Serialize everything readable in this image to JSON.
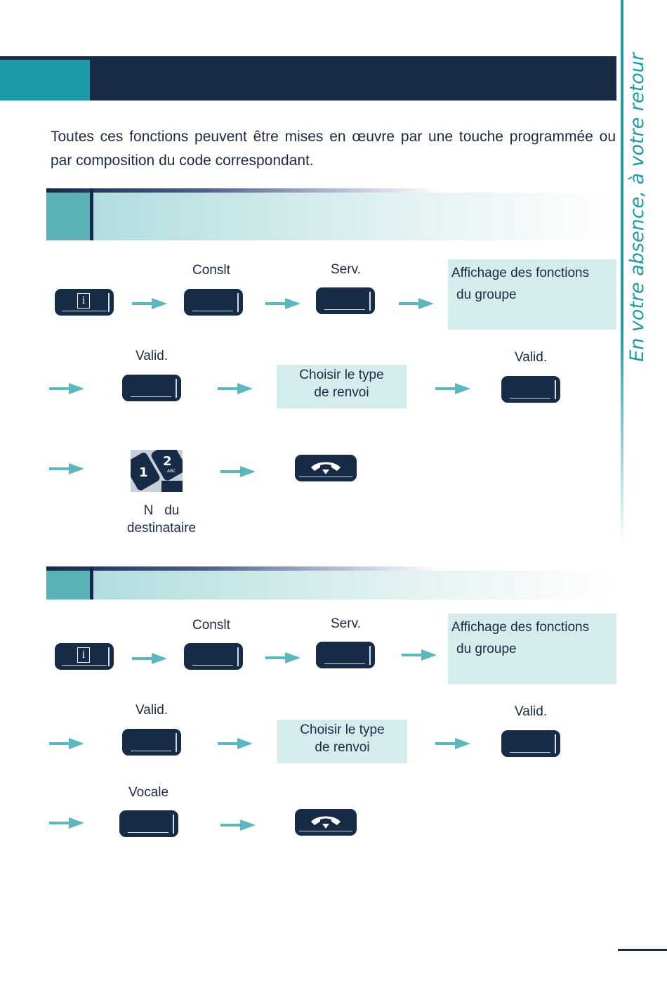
{
  "side_title": "En votre absence, à votre retour",
  "intro": "Toutes ces fonctions peuvent être mises en œuvre par une touche programmée ou par composition du code correspondant.",
  "section1": {
    "row1": {
      "consult_label": "Conslt",
      "serv_label": "Serv.",
      "info_key_glyph": "i",
      "affichage_box": [
        "Affichage des fonctions",
        "du groupe"
      ]
    },
    "row2": {
      "valid_label_1": "Valid.",
      "choisir_box": [
        "Choisir le type",
        "de renvoi"
      ],
      "valid_label_2": "Valid."
    },
    "row3": {
      "keypad_icon": "keypad-icon",
      "keypad_digits": [
        "1",
        "2",
        "ABC"
      ],
      "destinataire_caption": [
        "N   du",
        "destinataire"
      ],
      "hangup_icon": "hangup-icon"
    }
  },
  "section2": {
    "row1": {
      "consult_label": "Conslt",
      "serv_label": "Serv.",
      "info_key_glyph": "i",
      "affichage_box": [
        "Affichage des fonctions",
        "du groupe"
      ]
    },
    "row2": {
      "valid_label_1": "Valid.",
      "choisir_box": [
        "Choisir le type",
        "de renvoi"
      ],
      "valid_label_2": "Valid."
    },
    "row3": {
      "vocale_label": "Vocale",
      "hangup_icon": "hangup-icon"
    }
  },
  "colors": {
    "navy": "#172b47",
    "teal": "#1d9ba6",
    "light_teal_box": "#d5eced",
    "arrow": "#5ab7bd"
  }
}
